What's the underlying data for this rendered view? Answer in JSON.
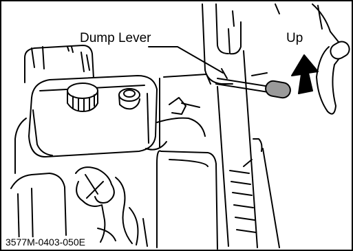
{
  "figure": {
    "labels": {
      "dump_lever": "Dump Lever",
      "up": "Up",
      "figure_id": "3577M-0403-050E"
    },
    "colors": {
      "line": "#000000",
      "lever_handle": "#9a9a9a",
      "arrow": "#000000",
      "background": "#ffffff"
    },
    "icons": {
      "direction": "up-arrow-icon"
    }
  }
}
